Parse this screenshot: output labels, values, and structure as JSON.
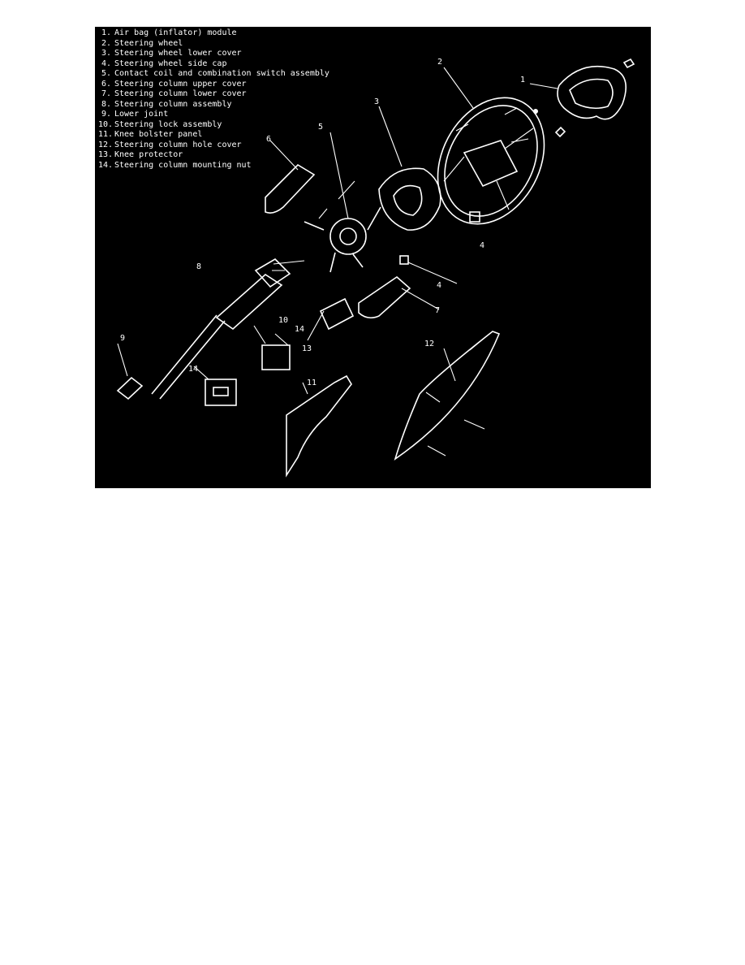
{
  "figure": {
    "background": "#000000",
    "foreground": "#ffffff",
    "legend": [
      {
        "num": "1.",
        "label": "Air bag (inflator) module"
      },
      {
        "num": "2.",
        "label": "Steering wheel"
      },
      {
        "num": "3.",
        "label": "Steering wheel lower cover"
      },
      {
        "num": "4.",
        "label": "Steering wheel side cap"
      },
      {
        "num": "5.",
        "label": "Contact coil and combination switch assembly"
      },
      {
        "num": "6.",
        "label": "Steering column upper cover"
      },
      {
        "num": "7.",
        "label": "Steering column lower cover"
      },
      {
        "num": "8.",
        "label": "Steering column assembly"
      },
      {
        "num": "9.",
        "label": "Lower joint"
      },
      {
        "num": "10.",
        "label": "Steering lock assembly"
      },
      {
        "num": "11.",
        "label": "Knee bolster panel"
      },
      {
        "num": "12.",
        "label": "Steering column hole cover"
      },
      {
        "num": "13.",
        "label": "Knee protector"
      },
      {
        "num": "14.",
        "label": "Steering column mounting nut"
      }
    ],
    "callouts": {
      "c1": "1",
      "c2": "2",
      "c3": "3",
      "c4a": "4",
      "c4b": "4",
      "c5": "5",
      "c6": "6",
      "c7": "7",
      "c8": "8",
      "c9": "9",
      "c10": "10",
      "c11": "11",
      "c12": "12",
      "c13": "13",
      "c14a": "14",
      "c14b": "14"
    }
  }
}
